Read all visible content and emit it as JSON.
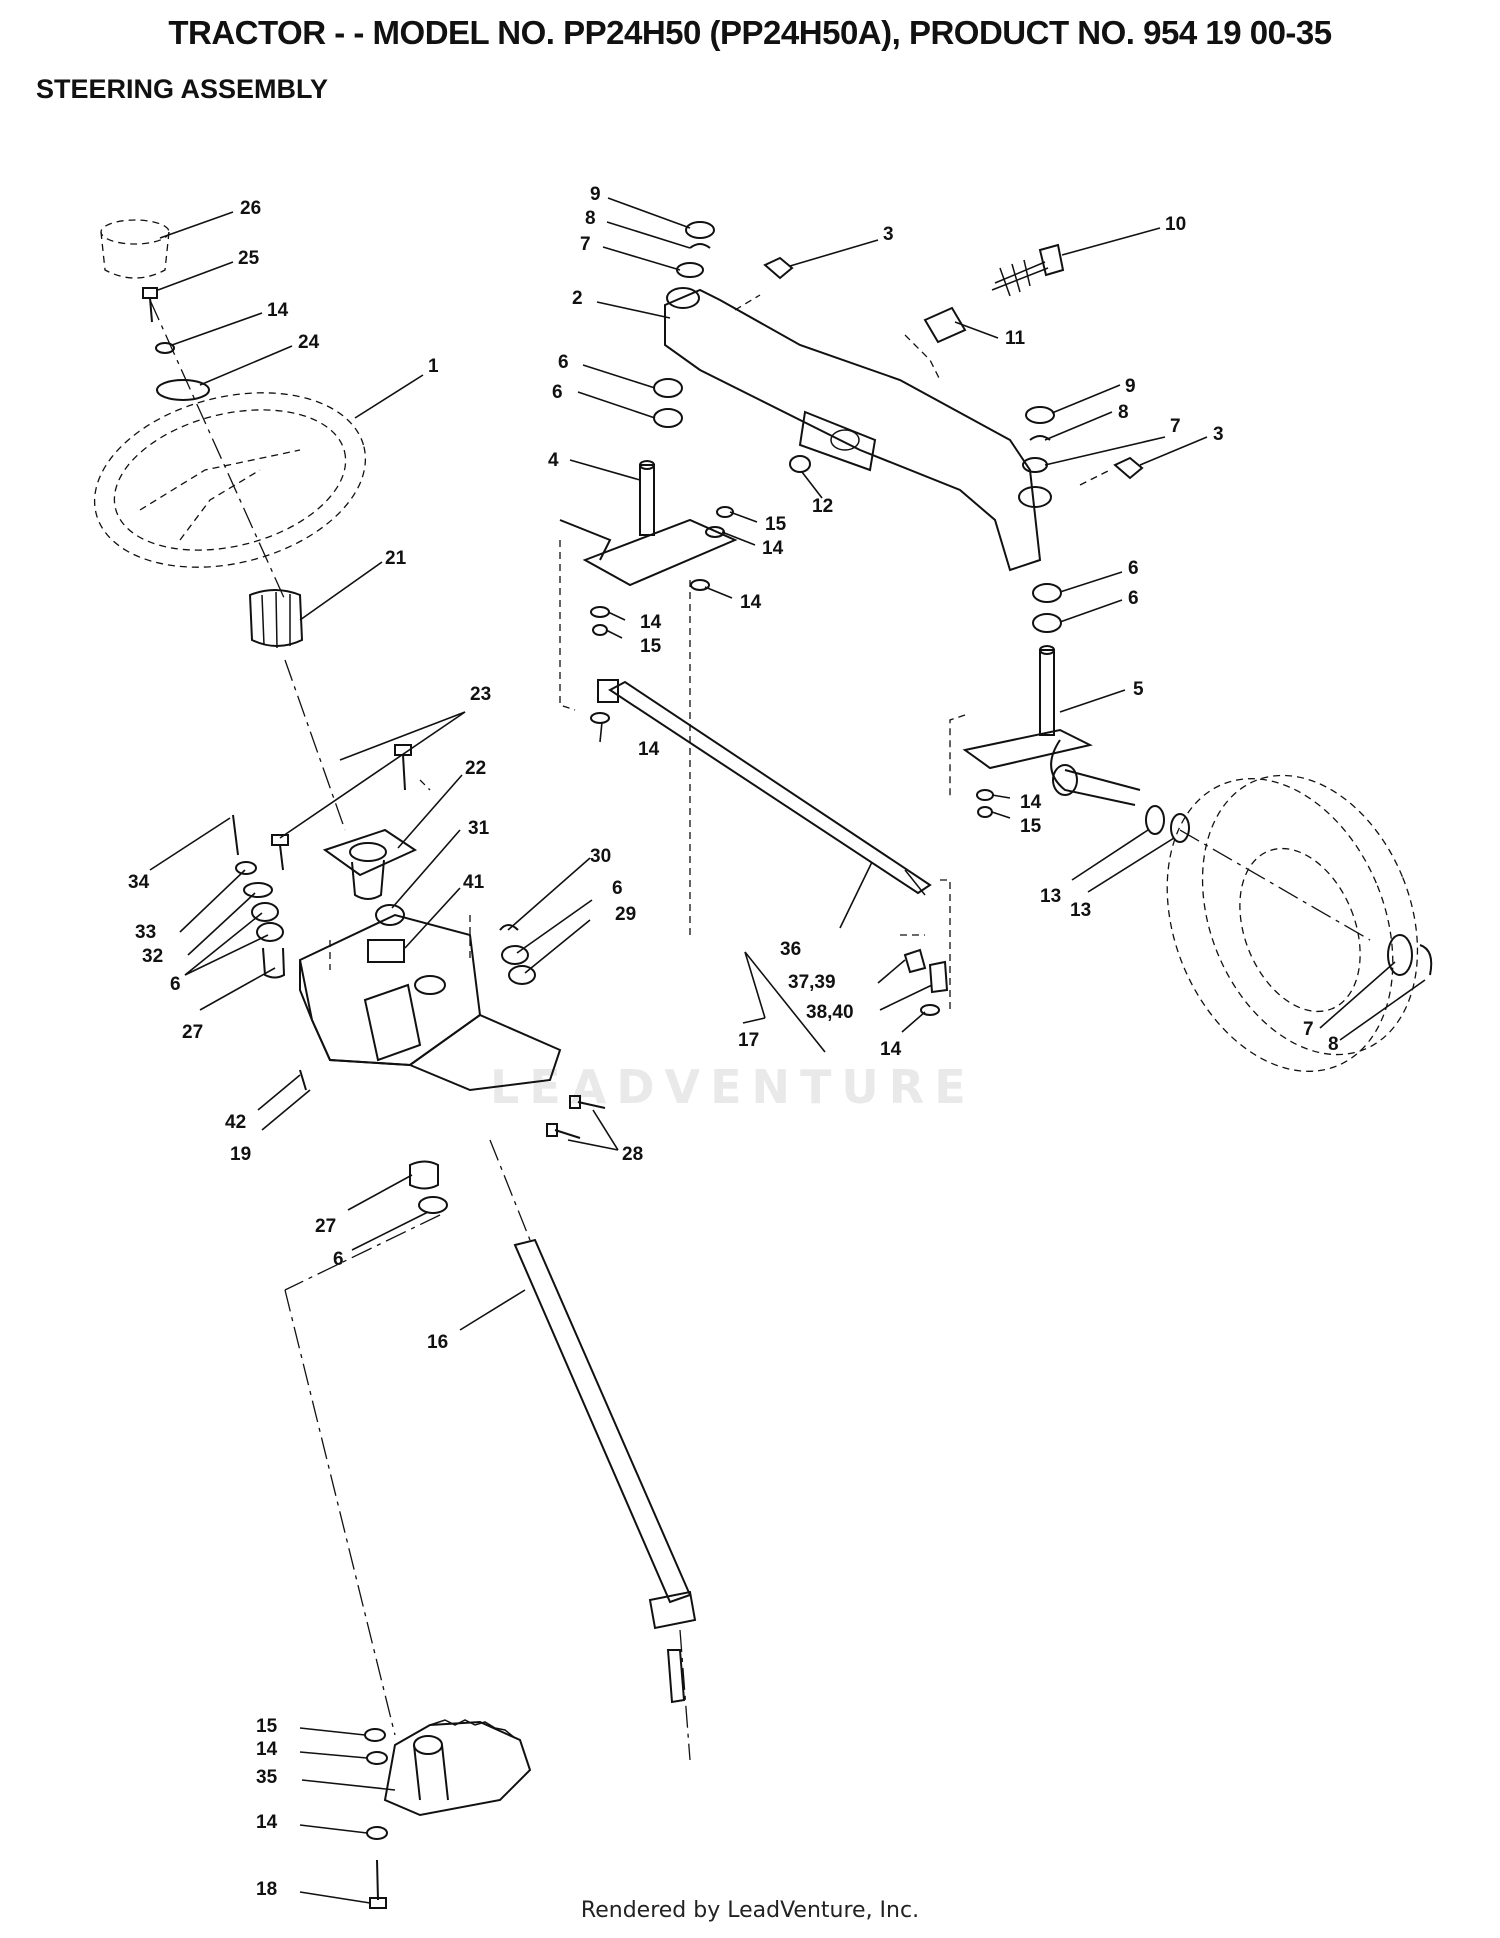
{
  "header": {
    "title": "TRACTOR - - MODEL NO. PP24H50 (PP24H50A), PRODUCT NO. 954 19 00-35",
    "subtitle": "STEERING ASSEMBLY"
  },
  "footer": {
    "text": "Rendered by LeadVenture, Inc."
  },
  "watermark": {
    "text": "LEADVENTURE"
  },
  "callouts": {
    "c26": "26",
    "c25": "25",
    "c14a": "14",
    "c24": "24",
    "c1": "1",
    "c21": "21",
    "c23": "23",
    "c22": "22",
    "c34": "34",
    "c31": "31",
    "c33": "33",
    "c32": "32",
    "c6a": "6",
    "c27a": "27",
    "c41": "41",
    "c30": "30",
    "c6b": "6",
    "c29": "29",
    "c42": "42",
    "c19": "19",
    "c28": "28",
    "c27b": "27",
    "c6c": "6",
    "c16": "16",
    "c9a": "9",
    "c8a": "8",
    "c7a": "7",
    "c3a": "3",
    "c10": "10",
    "c2": "2",
    "c11": "11",
    "c6d": "6",
    "c6e": "6",
    "c4": "4",
    "c12": "12",
    "c15a": "15",
    "c14b": "14",
    "c14c": "14",
    "c14d": "14",
    "c15b": "15",
    "c9b": "9",
    "c8b": "8",
    "c7b": "7",
    "c3b": "3",
    "c6f": "6",
    "c6g": "6",
    "c5": "5",
    "c14e": "14",
    "c14f": "14",
    "c15c": "15",
    "c13a": "13",
    "c13b": "13",
    "c36": "36",
    "c3739": "37,39",
    "c3840": "38,40",
    "c17": "17",
    "c14g": "14",
    "c7c": "7",
    "c8c": "8",
    "c15d": "15",
    "c14h": "14",
    "c35": "35",
    "c14i": "14",
    "c18": "18"
  }
}
